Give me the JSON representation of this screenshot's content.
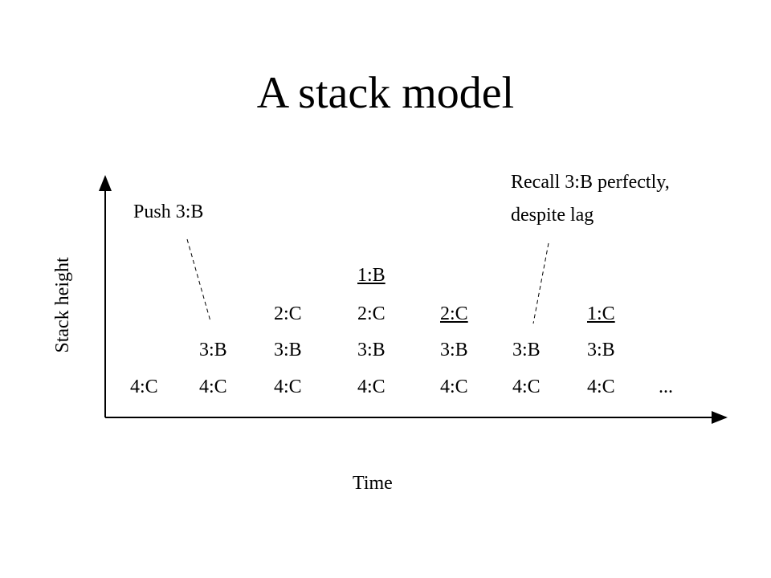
{
  "slide": {
    "title": "A stack model",
    "y_axis_label": "Stack height",
    "x_axis_label": "Time",
    "annotation_push": "Push 3:B",
    "annotation_recall_line1": "Recall 3:B perfectly,",
    "annotation_recall_line2": "despite lag",
    "ellipsis": "..."
  },
  "stack": {
    "columns": [
      {
        "bottom_to_top": [
          "4:C"
        ]
      },
      {
        "bottom_to_top": [
          "4:C",
          "3:B"
        ]
      },
      {
        "bottom_to_top": [
          "4:C",
          "3:B",
          "2:C"
        ]
      },
      {
        "bottom_to_top": [
          "4:C",
          "3:B",
          "2:C",
          "1:B"
        ]
      },
      {
        "bottom_to_top": [
          "4:C",
          "3:B",
          "2:C"
        ],
        "underlined_top": true
      },
      {
        "bottom_to_top": [
          "4:C",
          "3:B"
        ]
      },
      {
        "bottom_to_top": [
          "4:C",
          "3:B",
          "1:C"
        ],
        "underlined_top": true
      }
    ]
  }
}
